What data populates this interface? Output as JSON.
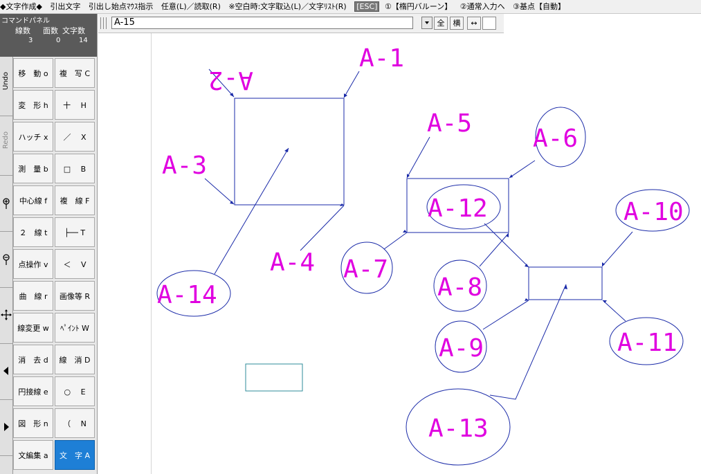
{
  "topbar": {
    "mode": "◆文字作成◆",
    "items": [
      "引出文字",
      "引出し始点ﾏｳｽ指示",
      "任意(L)／読取(R)",
      "※空白時:文字取込(L)／文字ﾘｽﾄ(R)"
    ],
    "esc": "[ESC]",
    "opt1": "①【楕円バルーン】",
    "opt2": "②通常入力へ",
    "opt3": "③基点【自動】"
  },
  "panel": {
    "title": "コマンドパネル",
    "labels": [
      "線数",
      "面数",
      "文字数"
    ],
    "values": [
      "3",
      "0",
      "14"
    ]
  },
  "side": {
    "undo": "Undo",
    "redo": "Redo"
  },
  "commands": [
    [
      "移　動 o",
      "複　写 C"
    ],
    [
      "変　形 h",
      "十　 H"
    ],
    [
      "ハッチ x",
      "／　 X"
    ],
    [
      "測　量 b",
      "□　 B"
    ],
    [
      "中心線 f",
      "複　線 F"
    ],
    [
      "２　線 t",
      "├── T"
    ],
    [
      "点操作 v",
      "＜　 V"
    ],
    [
      "曲　線 r",
      "画像等 R"
    ],
    [
      "線変更 w",
      "ﾍﾟｲﾝﾄ W"
    ],
    [
      "消　去 d",
      "線　消 D"
    ],
    [
      "円接線 e",
      "○　 E"
    ],
    [
      "図　形 n",
      "（　 N"
    ],
    [
      "文編集 a",
      "文　字 A"
    ]
  ],
  "toolbar": {
    "text_value": "A-15",
    "btn_all": "全",
    "btn_horizontal": "横",
    "btn_arrow": "↔"
  },
  "labels": {
    "a1": "A-1",
    "a2": "A-2",
    "a3": "A-3",
    "a4": "A-4",
    "a5": "A-5",
    "a6": "A-6",
    "a7": "A-7",
    "a8": "A-8",
    "a9": "A-9",
    "a10": "A-10",
    "a11": "A-11",
    "a12": "A-12",
    "a13": "A-13",
    "a14": "A-14"
  },
  "colors": {
    "label": "#e000e0",
    "line": "#1a2aa8",
    "rect_teal": "#2e8b9a",
    "active_button": "#1e7fd6"
  }
}
